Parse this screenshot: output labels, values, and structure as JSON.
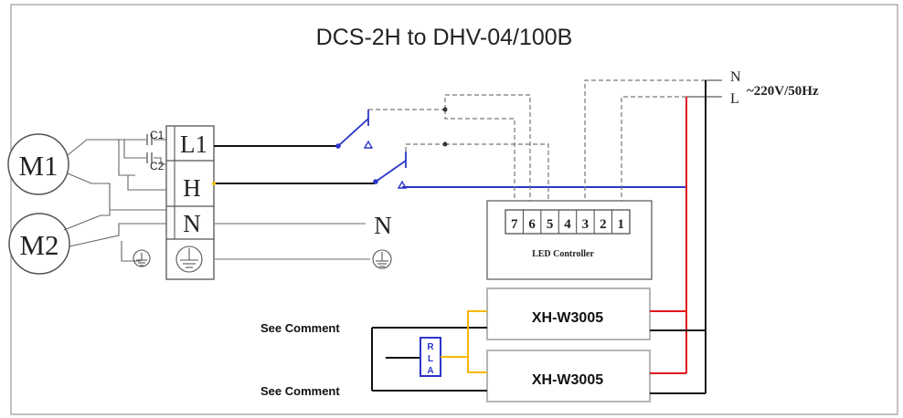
{
  "title": "DCS-2H to DHV-04/100B",
  "terminal_block": {
    "labels": [
      "L1",
      "H",
      "N"
    ],
    "capacitors": [
      "C1",
      "C2"
    ]
  },
  "motors": [
    "M1",
    "M2"
  ],
  "neutral_label": "N",
  "mains": {
    "n_label": "N",
    "l_label": "L",
    "spec": "~220V/50Hz"
  },
  "led_controller": {
    "terminals": [
      "7",
      "6",
      "5",
      "4",
      "3",
      "2",
      "1"
    ],
    "label": "LED Controller"
  },
  "thermostats": [
    "XH-W3005",
    "XH-W3005"
  ],
  "relay_label": "RLA",
  "comments": [
    "See Comment",
    "See Comment"
  ],
  "colors": {
    "wire_black": "#000000",
    "wire_blue": "#2b35c8",
    "wire_red": "#e0141c",
    "wire_yellow": "#f5b800",
    "wire_grey": "#808080"
  }
}
